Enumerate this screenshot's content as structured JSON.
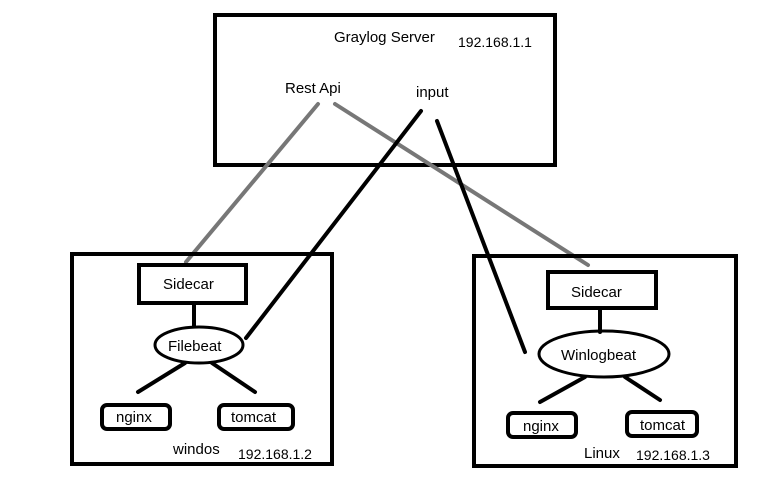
{
  "server": {
    "title": "Graylog Server",
    "ip": "192.168.1.1",
    "rest_api": "Rest Api",
    "input": "input"
  },
  "windows_host": {
    "sidecar": "Sidecar",
    "beat": "Filebeat",
    "app1": "nginx",
    "app2": "tomcat",
    "os": "windos",
    "ip": "192.168.1.2"
  },
  "linux_host": {
    "sidecar": "Sidecar",
    "beat": "Winlogbeat",
    "app1": "nginx",
    "app2": "tomcat",
    "os": "Linux",
    "ip": "192.168.1.3"
  }
}
